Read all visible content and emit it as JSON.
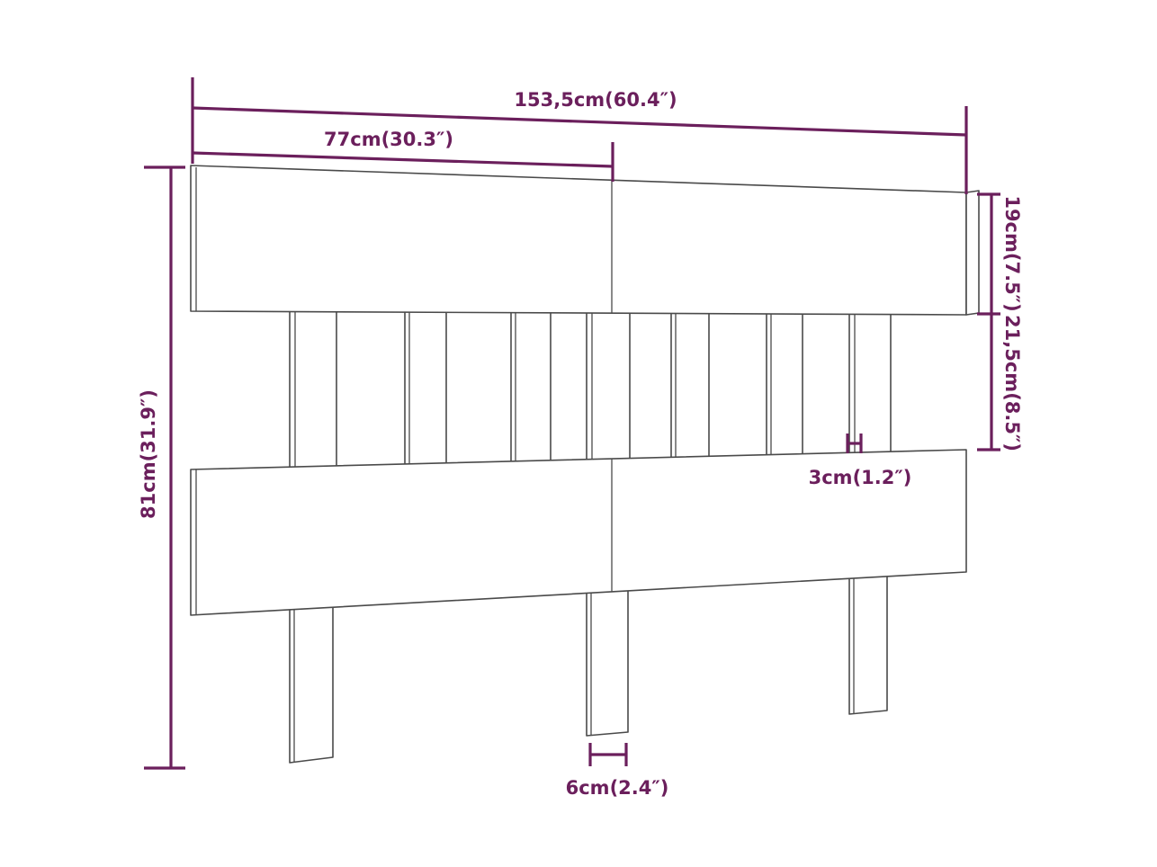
{
  "colors": {
    "dimension": "#6b1f5c",
    "outline": "#4a4a4a",
    "background": "#ffffff"
  },
  "dimensions": {
    "total_width": "153,5cm(60.4″)",
    "half_width": "77cm(30.3″)",
    "total_height": "81cm(31.9″)",
    "top_panel_height": "19cm(7.5″)",
    "gap_height": "21,5cm(8.5″)",
    "slat_thickness": "3cm(1.2″)",
    "leg_width": "6cm(2.4″)"
  }
}
